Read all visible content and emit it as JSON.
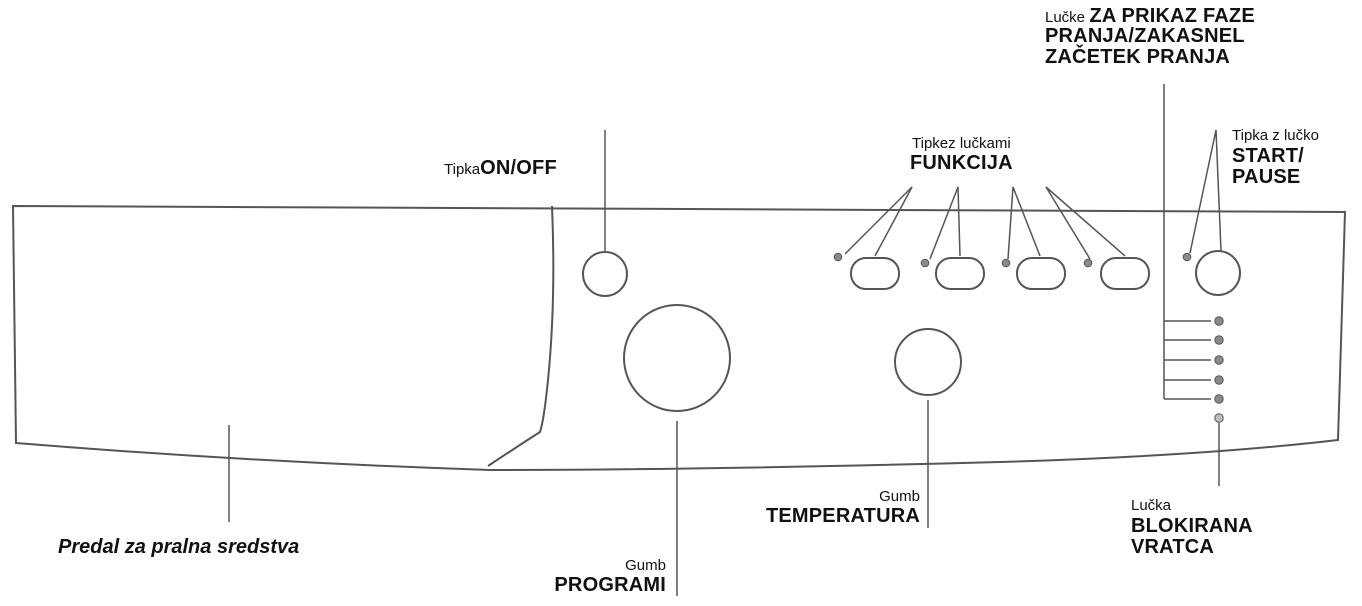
{
  "labels": {
    "on_off": {
      "prefix": "Tipka",
      "strong": "ON/OFF"
    },
    "functions": {
      "line1": "Tipkez lučkami",
      "line2": "FUNKCIJA"
    },
    "start_pause": {
      "line1": "Tipka z lučko",
      "line2": "START/",
      "line3": "PAUSE"
    },
    "phase_lights": {
      "prefix": "Lučke",
      "line1": "ZA PRIKAZ FAZE",
      "line2": "PRANJA/ZAKASNEL",
      "line3": "ZAČETEK PRANJA"
    },
    "drawer": {
      "text": "Predal za pralna sredstva"
    },
    "programs": {
      "line1": "Gumb",
      "line2": "PROGRAMI"
    },
    "temperature": {
      "line1": "Gumb",
      "line2": "TEMPERATURA"
    },
    "door_lock": {
      "line1": "Lučka",
      "line2": "BLOKIRANA",
      "line3": "VRATCA"
    }
  },
  "colors": {
    "stroke": "#555555",
    "led_fill": "#8a8a8a",
    "led_fill_bottom": "#bdbdbd"
  }
}
